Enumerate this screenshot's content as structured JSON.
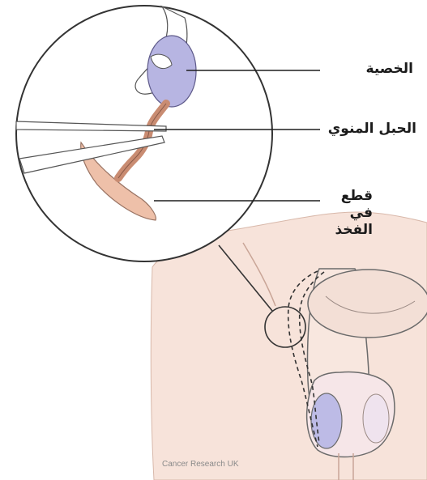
{
  "labels": {
    "testicle": "الخصية",
    "spermatic_cord": "الحبل المنوي",
    "groin_cut_line1": "قطع في",
    "groin_cut_line2": "الفخذ"
  },
  "credit": "Cancer Research UK",
  "colors": {
    "skin": "#f7e3da",
    "tissue": "#e9b196",
    "testicle": "#b7b5e2",
    "outline": "#3b3b3b",
    "leader_line": "#1f1f1f"
  }
}
